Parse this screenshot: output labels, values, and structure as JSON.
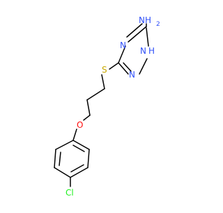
{
  "molecule": {
    "atoms": {
      "amine": "NH",
      "amine_h": "2",
      "ring_n_top": "N",
      "ring_nh_n": "N",
      "ring_nh_h": "H",
      "ring_n_bottom": "N",
      "sulfur": "S",
      "oxygen": "O",
      "chlorine": "Cl"
    },
    "colors": {
      "bond": "#000000",
      "nitrogen": "#3050f8",
      "sulfur": "#c8a800",
      "oxygen": "#ff0d0d",
      "chlorine": "#1ff01f"
    }
  }
}
